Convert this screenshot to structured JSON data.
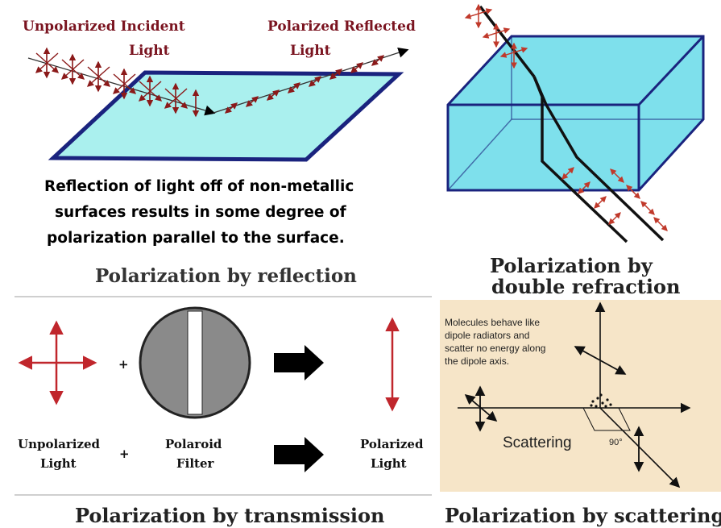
{
  "reflection": {
    "label_incident_line1": "Unpolarized Incident",
    "label_incident_line2": "Light",
    "label_reflected_line1": "Polarized Reflected",
    "label_reflected_line2": "Light",
    "description_line1": "Reflection of light off of non-metallic",
    "description_line2": "surfaces results in some degree of",
    "description_line3": "polarization parallel to the surface.",
    "caption": "Polarization by reflection",
    "colors": {
      "surface_fill": "#aaf0ee",
      "surface_edge": "#1a237e",
      "arrow": "#8b1a1a"
    }
  },
  "double_refraction": {
    "caption_line1": "Polarization by",
    "caption_line2": "double refraction",
    "colors": {
      "crystal_fill": "#7ee0ec",
      "crystal_edge": "#1a237e",
      "arrow": "#c0392b"
    }
  },
  "transmission": {
    "left_label_line1": "Unpolarized",
    "left_label_line2": "Light",
    "plus_top": "+",
    "plus_bottom": "+",
    "filter_label_line1": "Polaroid",
    "filter_label_line2": "Filter",
    "right_label_line1": "Polarized",
    "right_label_line2": "Light",
    "caption": "Polarization by transmission",
    "colors": {
      "arrow": "#c0262c",
      "filter": "#8a8a8a"
    }
  },
  "scattering": {
    "note_line1": "Molecules behave like",
    "note_line2": "dipole radiators and",
    "note_line3": "scatter no energy along",
    "note_line4": "the dipole axis.",
    "label": "Scattering",
    "angle": "90°",
    "caption": "Polarization by scattering",
    "colors": {
      "background": "#f6e5c8"
    }
  }
}
